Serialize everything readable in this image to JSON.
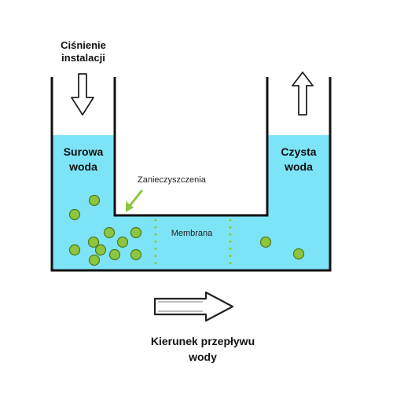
{
  "labels": {
    "pressure_line1": "Ciśnienie",
    "pressure_line2": "instalacji",
    "raw_line1": "Surowa",
    "raw_line2": "woda",
    "clean_line1": "Czysta",
    "clean_line2": "woda",
    "contaminants": "Zanieczyszczenia",
    "membrane": "Membrana",
    "flow_line1": "Kierunek przepływu",
    "flow_line2": "wody"
  },
  "colors": {
    "water": "#7de3f7",
    "particle": "#8cc63f",
    "particle_stroke": "#4d7a1e",
    "membrane_dots": "#8cc63f",
    "outline": "#111111",
    "pointer_arrow": "#8cc63f"
  },
  "icons": {
    "pressure_arrow": "down-arrow-icon",
    "output_arrow": "up-arrow-icon",
    "flow_arrow": "right-arrow-icon",
    "pointer_arrow": "pointer-arrow-icon"
  },
  "particles": {
    "raw_side_count": 11,
    "clean_side_count": 2
  }
}
